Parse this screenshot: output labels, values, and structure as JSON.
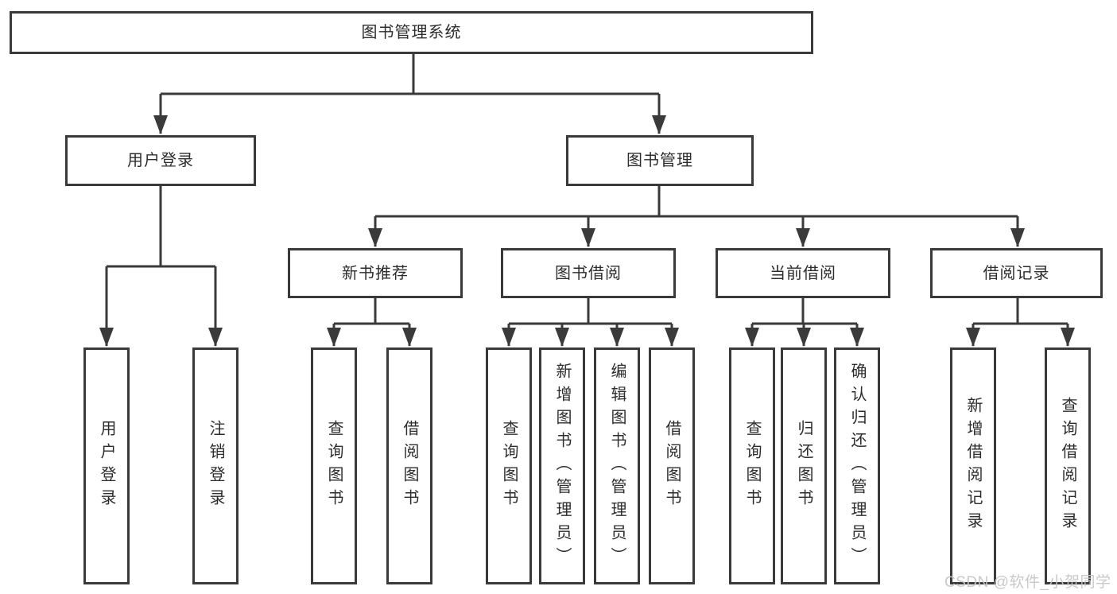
{
  "colors": {
    "line": "#3a3a3a",
    "box_border": "#3a3a3a",
    "text": "#2d2d2d",
    "watermark": "#c6c6c6",
    "background": "#ffffff"
  },
  "watermark": {
    "text": "CSDN @软件_小贺同学"
  },
  "diagram": {
    "type": "hierarchy-tree",
    "root": {
      "label": "图书管理系统",
      "children": [
        {
          "label": "用户登录",
          "children": [
            {
              "label": "用户登录"
            },
            {
              "label": "注销登录"
            }
          ]
        },
        {
          "label": "图书管理",
          "children": [
            {
              "label": "新书推荐",
              "children": [
                {
                  "label": "查询图书"
                },
                {
                  "label": "借阅图书"
                }
              ]
            },
            {
              "label": "图书借阅",
              "children": [
                {
                  "label": "查询图书"
                },
                {
                  "label": "新增图书（管理员）"
                },
                {
                  "label": "编辑图书（管理员）"
                },
                {
                  "label": "借阅图书"
                }
              ]
            },
            {
              "label": "当前借阅",
              "children": [
                {
                  "label": "查询图书"
                },
                {
                  "label": "归还图书"
                },
                {
                  "label": "确认归还（管理员）"
                }
              ]
            },
            {
              "label": "借阅记录",
              "children": [
                {
                  "label": "新增借阅记录"
                },
                {
                  "label": "查询借阅记录"
                }
              ]
            }
          ]
        }
      ]
    }
  }
}
